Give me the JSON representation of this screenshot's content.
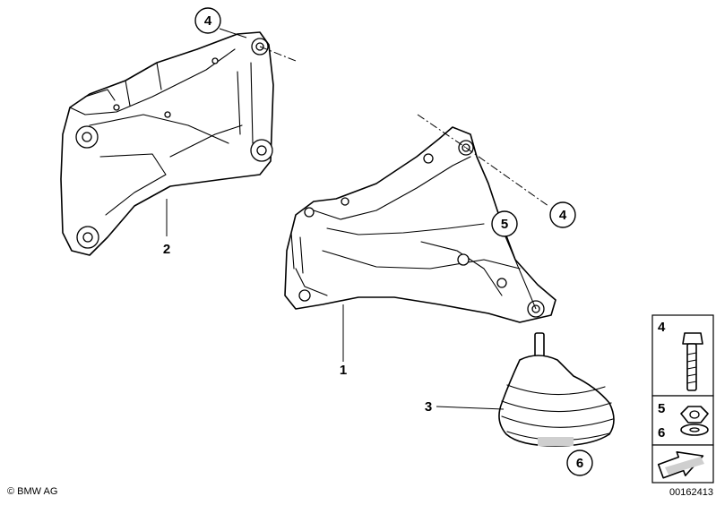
{
  "parts": {
    "p1": "1",
    "p2": "2",
    "p3": "3",
    "p4a": "4",
    "p4b": "4",
    "p5": "5",
    "p6": "6"
  },
  "legend": {
    "item4": "4",
    "item5": "5",
    "item6": "6"
  },
  "footer": {
    "copyright": "© BMW AG",
    "diagram_number": "00162413"
  }
}
